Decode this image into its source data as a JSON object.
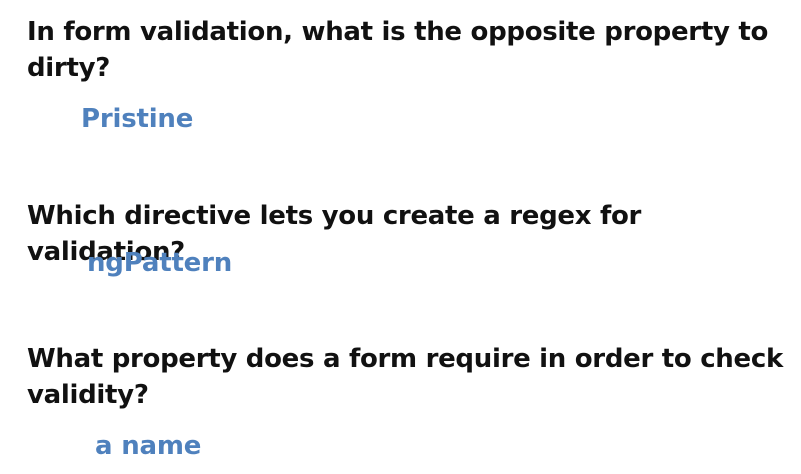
{
  "items": [
    {
      "question": "In form validation, what is the opposite property to dirty?",
      "answer": "Pristine"
    },
    {
      "question": "Which directive lets you create a regex for validation?",
      "answer": "ngPattern"
    },
    {
      "question": "What property does a form require in order to check validity?",
      "answer": "a name"
    }
  ],
  "colors": {
    "question_text": "#111111",
    "answer_text": "#4f81bd",
    "background": "#ffffff"
  }
}
